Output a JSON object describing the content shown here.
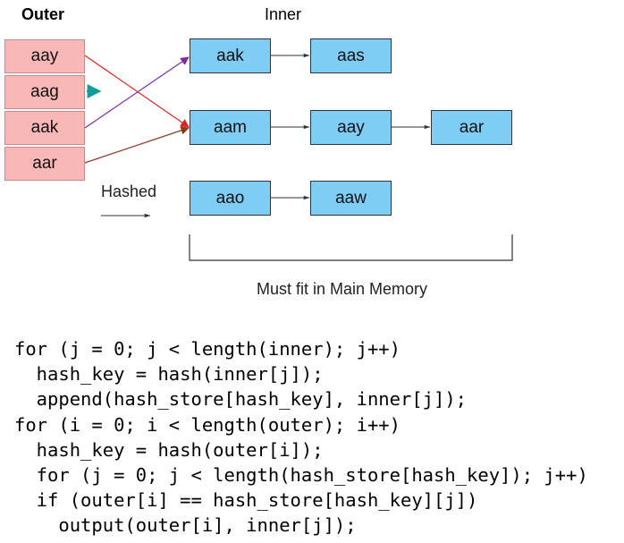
{
  "headings": {
    "outer": "Outer",
    "inner": "Inner"
  },
  "outer_cells": [
    "aay",
    "aag",
    "aak",
    "aar"
  ],
  "inner_rows": [
    [
      "aak",
      "aas"
    ],
    [
      "aam",
      "aay",
      "aar"
    ],
    [
      "aao",
      "aaw"
    ]
  ],
  "labels": {
    "hashed": "Hashed",
    "memory": "Must fit in Main Memory"
  },
  "colors": {
    "arrow_aay": "#e2231a",
    "arrow_aag": "#139b9b",
    "arrow_aak": "#7e2aa8",
    "arrow_aar": "#8b3a1f"
  },
  "code_lines": [
    "for (j = 0; j < length(inner); j++)",
    "  hash_key = hash(inner[j]);",
    "  append(hash_store[hash_key], inner[j]);",
    "for (i = 0; i < length(outer); i++)",
    "  hash_key = hash(outer[i]);",
    "  for (j = 0; j < length(hash_store[hash_key]); j++)",
    "  if (outer[i] == hash_store[hash_key][j])",
    "    output(outer[i], inner[j]);"
  ]
}
